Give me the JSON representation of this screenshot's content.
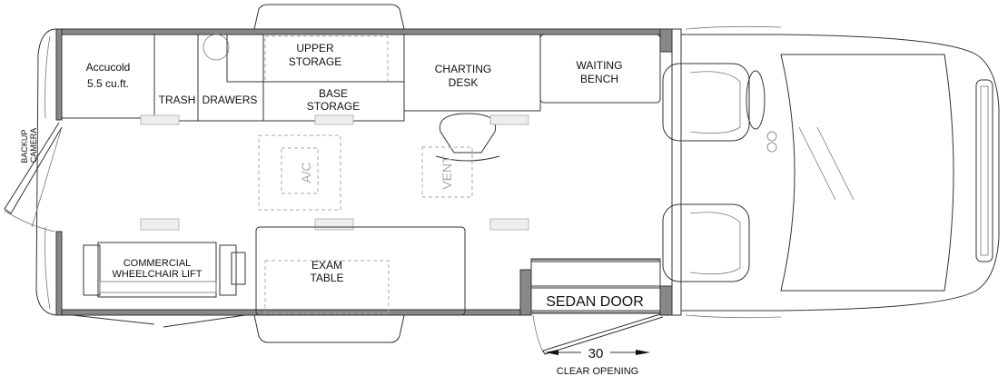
{
  "labels": {
    "fridge_line1": "Accucold",
    "fridge_line2": "5.5 cu.ft.",
    "trash": "TRASH",
    "drawers": "DRAWERS",
    "upper_storage_line1": "UPPER",
    "upper_storage_line2": "STORAGE",
    "base_storage_line1": "BASE",
    "base_storage_line2": "STORAGE",
    "charting_desk_line1": "CHARTING",
    "charting_desk_line2": "DESK",
    "waiting_bench_line1": "WAITING",
    "waiting_bench_line2": "BENCH",
    "ac": "A/C",
    "vent": "VENT",
    "exam_table_line1": "EXAM",
    "exam_table_line2": "TABLE",
    "wheelchair_lift_line1": "COMMERCIAL",
    "wheelchair_lift_line2": "WHEELCHAIR LIFT",
    "sedan_door": "SEDAN DOOR",
    "backup_camera_line1": "BACKUP",
    "backup_camera_line2": "CAMERA",
    "door_width": "30",
    "clear_opening": "CLEAR OPENING"
  }
}
